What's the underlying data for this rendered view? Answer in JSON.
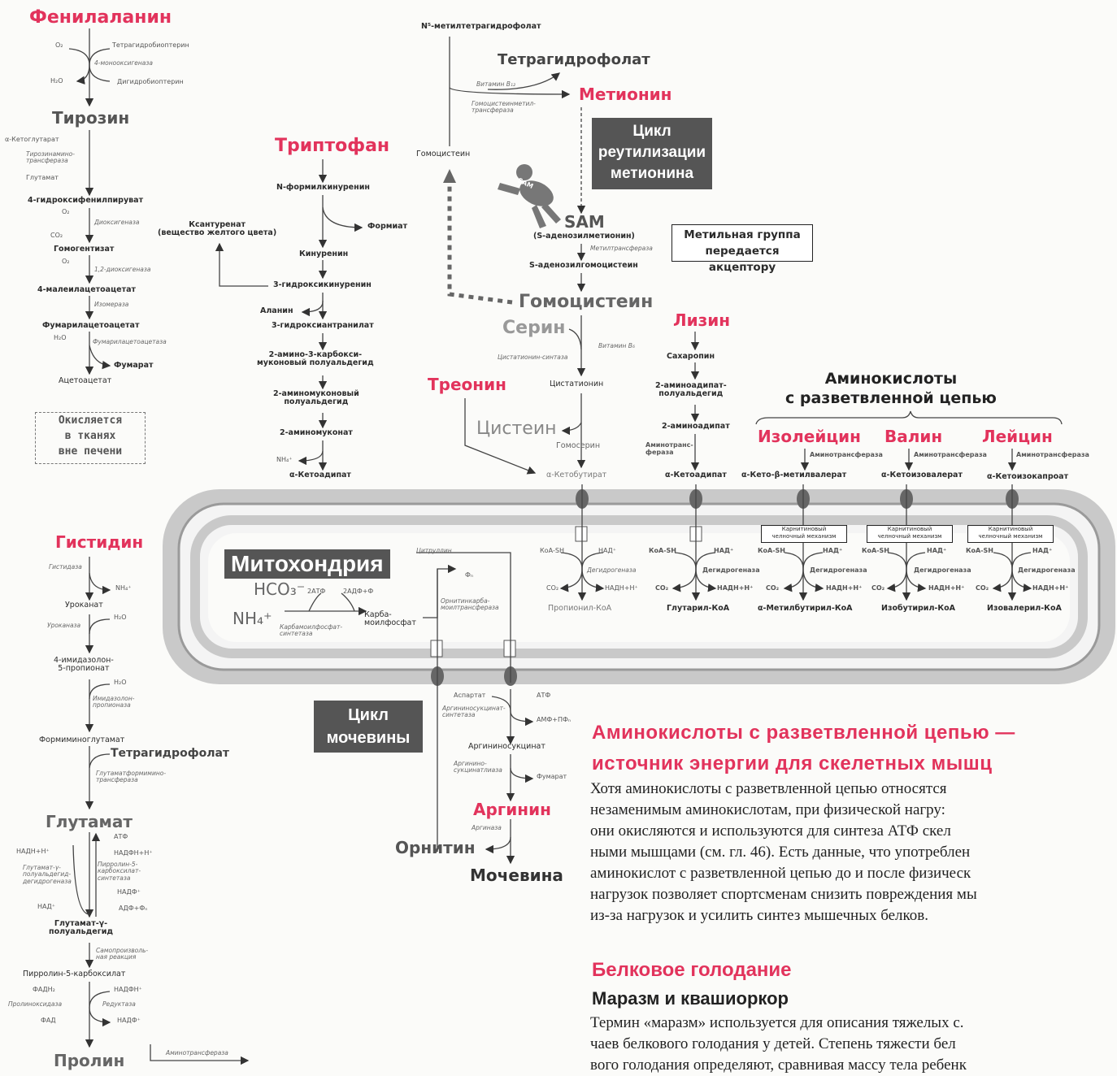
{
  "phenylalanine_pathway": {
    "title": "Фенилаланин",
    "o2": "O₂",
    "thb": "Тетрагидробиоптерин",
    "enzyme1": "4-монооксигеназа",
    "h2o": "H₂O",
    "dhb": "Дигидробиоптерин",
    "tyrosine": "Тирозин",
    "akg": "α-Кетоглутарат",
    "enzyme2": "Тирозинамино-трансфераза",
    "glutamate": "Глутамат",
    "hppyr": "4-гидроксифенилпируват",
    "o2b": "O₂",
    "enzyme3": "Диоксигеназа",
    "co2": "CO₂",
    "homogentisate": "Гомогентизат",
    "o2c": "O₂",
    "enzyme4": "1,2-диоксигеназа",
    "maleylacetoacetate": "4-малеилацетоацетат",
    "enzyme5": "Изомераза",
    "fumarylacetoacetate": "Фумарилацетоацетат",
    "h2o_b": "H₂O",
    "enzyme6": "Фумарилацетоацетаза",
    "fumarate": "Фумарат",
    "acetoacetate": "Ацетоацетат",
    "oxidized": "Окисляется\nв тканях\nвне печени"
  },
  "tryptophan_pathway": {
    "title": "Триптофан",
    "nfk": "N-формилкинуренин",
    "formate": "Формиат",
    "xanthurenate": "Ксантуренат\n(вещество желтого цвета)",
    "kynurenine": "Кинуренин",
    "hk": "3-гидроксикинуренин",
    "alanine": "Аланин",
    "haa": "3-гидроксиантранилат",
    "acms": "2-амино-3-карбокси-\nмуконовый полуальдегид",
    "ams": "2-аминомуконовый\nполуальдегид",
    "am": "2-аминомуконат",
    "nh4": "NH₄⁺",
    "ketoadipate": "α-Кетоадипат"
  },
  "methionine_cycle": {
    "n5": "N⁵-метилтетрагидрофолат",
    "thf": "Тетрагидрофолат",
    "b12": "Витамин B₁₂",
    "enzyme_mt": "Гомоцистеинметил-трансфераза",
    "methionine": "Метионин",
    "homocysteine_left": "Гомоцистеин",
    "cycle_box": "Цикл\nреутилизации\nметионина",
    "sam_badge": "SAM",
    "sam": "SAM",
    "sam_full": "(S-аденозилметионин)",
    "methyltransferase": "Метилтрансфераза",
    "sah": "S-аденозилгомоцистеин",
    "methyl_box": "Метильная группа\nпередается акцептору",
    "homocysteine": "Гомоцистеин",
    "serine": "Серин",
    "b6": "Витамин B₆",
    "cbs": "Цистатионин-синтаза",
    "cystathionine": "Цистатионин",
    "threonine": "Треонин",
    "cysteine": "Цистеин",
    "homoserine": "Гомосерин",
    "ketobutyrate": "α-Кетобутират"
  },
  "lysine_pathway": {
    "title": "Лизин",
    "saccharopine": "Сахаропин",
    "aasa": "2-аминоадипат-\nполуальдегид",
    "aa": "2-аминоадипат",
    "enzyme": "Аминотранс-\nфераза",
    "ketoadipate": "α-Кетоадипат"
  },
  "bcaa": {
    "title": "Аминокислоты\nс разветвленной цепью",
    "isoleucine": "Изолейцин",
    "valine": "Валин",
    "leucine": "Лейцин",
    "aminotransferase": "Аминотрансфераза",
    "k_iso": "α-Кето-β-метилвалерат",
    "k_val": "α-Кетоизовалерат",
    "k_leu": "α-Кетоизокапроат",
    "carnitine": "Карнитиновый\nчелночный механизм"
  },
  "mitochondria": {
    "label": "Митохондрия",
    "hco3": "HCO₃⁻",
    "atp2": "2АТФ",
    "adp": "2АДФ+Ф",
    "nh4": "NH₄⁺",
    "cps": "Карбамоилфосфат-синтетаза",
    "carbamoyl": "Карба-\nмоилфосфат",
    "citrulline": "Цитруллин",
    "otc": "Орнитинкарба-моилтрансфераза",
    "phi": "Фₙ",
    "coa_sh": "КоА-SH",
    "nad": "НАД⁺",
    "dehydrogenase": "Дегидрогеназа",
    "co2": "CO₂",
    "nadh": "НАДН+Н⁺",
    "propionyl": "Пропионил-КоА",
    "glutaryl": "Глутарил-КоА",
    "mbcoa": "α-Метилбутирил-КоА",
    "ibcoa": "Изобутирил-КоА",
    "ivcoa": "Изовалерил-КоА"
  },
  "urea_cycle": {
    "box": "Цикл\nмочевины",
    "aspartate": "Аспартат",
    "atp": "АТФ",
    "ass": "Аргининосукцинат-синтетаза",
    "amp": "АМФ+ПФₙ",
    "argsucc": "Аргининосукцинат",
    "asl": "Аргинино-сукцинатлиаза",
    "fumarate": "Фумарат",
    "arginine": "Аргинин",
    "arginase": "Аргиназа",
    "ornithine": "Орнитин",
    "urea": "Мочевина"
  },
  "histidine_pathway": {
    "title": "Гистидин",
    "histidase": "Гистидаза",
    "nh4": "NH₄⁺",
    "urocanate": "Уроканат",
    "h2o": "H₂O",
    "urocanase": "Уроканаза",
    "imidazolone": "4-имидазолон-\n5-пропионат",
    "h2o_b": "H₂O",
    "hydrolase": "Имидазолон-пропионаза",
    "figlu": "Формиминоглутамат",
    "thf": "Тетрагидрофолат",
    "ftase": "Глутаматформимино-трансфераза",
    "glutamate": "Глутамат",
    "atp": "АТФ",
    "nadh": "НАДН+Н⁺",
    "nadph": "НАДФН+Н⁺",
    "g5s_dh": "Глутамат-γ-полуальдегид-дегидрогеназа",
    "p5cs": "Пирролин-5-карбоксилат-синтетаза",
    "nad": "НАД⁺",
    "nadp": "НАДФ⁺",
    "adp": "АДФ+Фₙ",
    "gsa": "Глутамат-γ-\nполуальдегид",
    "spont": "Самопроизволь-ная реакция",
    "p5c": "Пирролин-5-карбоксилат",
    "fadh2": "ФАДН₂",
    "nadph2": "НАДФН⁺",
    "prodh": "Пролиноксидаза",
    "reductase": "Редуктаза",
    "fad": "ФАД",
    "nadp2": "НАДФ⁺",
    "proline": "Пролин",
    "aminotransferase": "Аминотрансфераза"
  },
  "text": {
    "heading1_line1": "Аминокислоты с разветвленной цепью —",
    "heading1_line2": "источник энергии для скелетных мышц",
    "para1": [
      "Хотя аминокислоты с разветвленной цепью относятся",
      "незаменимым аминокислотам, при физической нагру:",
      "они окисляются и используются для синтеза АТФ скел",
      "ными мышцами (см. гл. 46). Есть данные, что употреблен",
      "аминокислот с разветвленной цепью до и после физическ",
      "нагрузок позволяет спортсменам снизить повреждения мы",
      "из-за нагрузок и усилить синтез мышечных белков."
    ],
    "heading2": "Белковое голодание",
    "subheading": "Маразм и квашиоркор",
    "para2": [
      "Термин «маразм» используется для описания тяжелых с.",
      "чаев белкового голодания у детей. Степень тяжести бел",
      "вого голодания определяют, сравнивая массу тела ребенк"
    ]
  },
  "colors": {
    "accent": "#e2335c",
    "dark_box": "#555555",
    "membrane": "#bdbdbd"
  }
}
